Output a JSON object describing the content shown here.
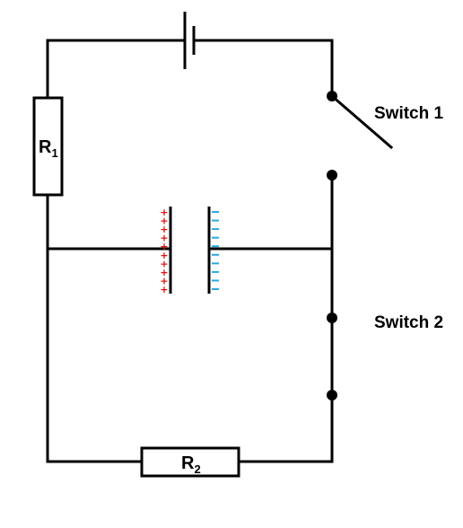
{
  "labels": {
    "switch1": "Switch 1",
    "switch2": "Switch 2"
  },
  "resistors": {
    "r1": {
      "main": "R",
      "sub": "1"
    },
    "r2": {
      "main": "R",
      "sub": "2"
    }
  },
  "capacitor_charge": {
    "positive_symbol": "+",
    "positive_count": 10,
    "negative_count": 10
  },
  "colors": {
    "wire": "#000000",
    "positive_charge": "#e01010",
    "negative_charge": "#29a8e0"
  }
}
